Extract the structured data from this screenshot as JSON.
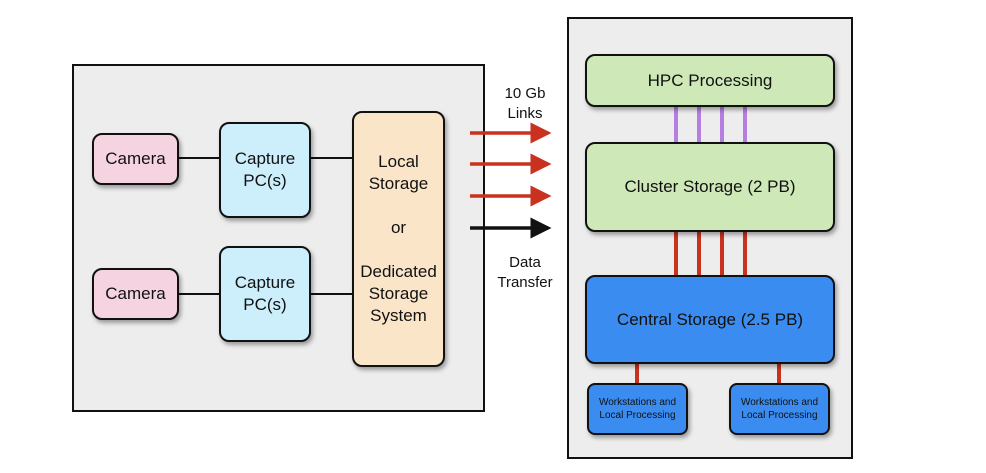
{
  "left": {
    "cameras": [
      "Camera",
      "Camera"
    ],
    "capture_pcs": [
      "Capture\nPC(s)",
      "Capture\nPC(s)"
    ],
    "local_storage": "Local\nStorage\n\nor\n\nDedicated\nStorage\nSystem"
  },
  "links": {
    "links_label": "10 Gb\nLinks",
    "transfer_label": "Data\nTransfer",
    "link_color": "#c8321e",
    "transfer_color": "#111111"
  },
  "right": {
    "hpc": "HPC Processing",
    "cluster": "Cluster Storage (2 PB)",
    "central": "Central Storage (2.5 PB)",
    "workstations": [
      "Workstations and\nLocal Processing",
      "Workstations and\nLocal Processing"
    ],
    "hpc_link_color": "#b57fe0",
    "storage_link_color": "#c8321e"
  }
}
